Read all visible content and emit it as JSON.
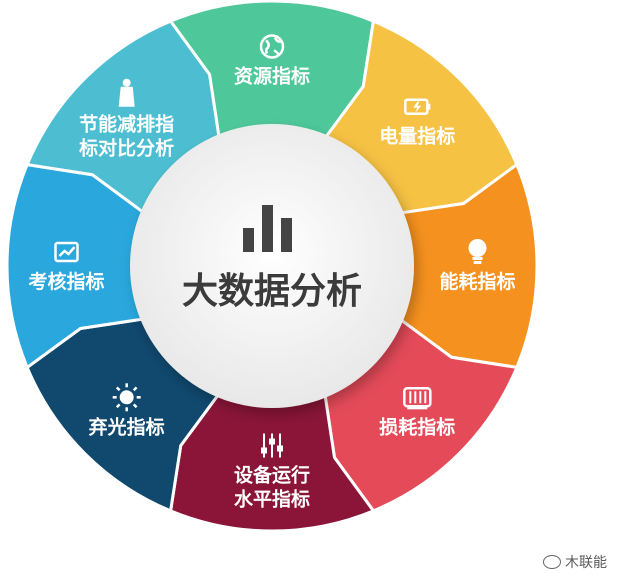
{
  "center": {
    "title": "大数据分析"
  },
  "segments": [
    {
      "id": "resource",
      "lines": [
        "资源指标"
      ],
      "color": "#4ec89b",
      "icon": "globe-icon"
    },
    {
      "id": "power",
      "lines": [
        "电量指标"
      ],
      "color": "#f6c244",
      "icon": "battery-icon"
    },
    {
      "id": "energy",
      "lines": [
        "能耗指标"
      ],
      "color": "#f5911e",
      "icon": "lightbulb-icon"
    },
    {
      "id": "loss",
      "lines": [
        "损耗指标"
      ],
      "color": "#e44a58",
      "icon": "motor-icon"
    },
    {
      "id": "equipment",
      "lines": [
        "设备运行",
        "水平指标"
      ],
      "color": "#8a1538",
      "icon": "sliders-icon"
    },
    {
      "id": "curtail",
      "lines": [
        "弃光指标"
      ],
      "color": "#10486e",
      "icon": "sun-icon"
    },
    {
      "id": "assessment",
      "lines": [
        "考核指标"
      ],
      "color": "#2aa7dd",
      "icon": "chart-board-icon"
    },
    {
      "id": "saving",
      "lines": [
        "节能减排指",
        "标对比分析"
      ],
      "color": "#4dbed1",
      "icon": "factory-icon"
    }
  ],
  "colors": {
    "center_bg": "#f2f2f2",
    "center_text": "#3b3b3b",
    "bar_icon": "#444444"
  },
  "watermark": {
    "text": "木联能"
  }
}
